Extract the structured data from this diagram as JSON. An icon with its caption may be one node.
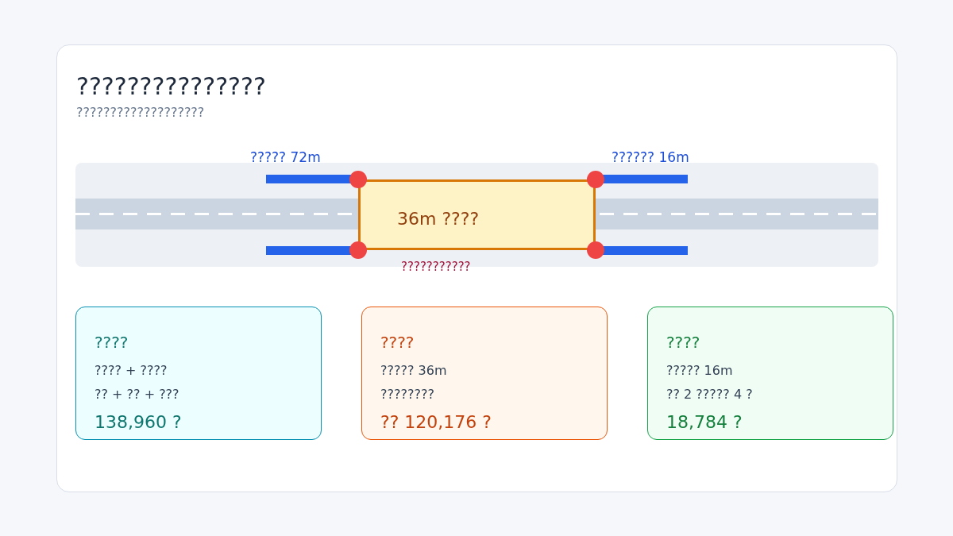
{
  "diagram": {
    "title": "???????????????",
    "nodes": [
      {
        "text": [
          "36m ????"
        ]
      },
      {
        "text": [
          "????",
          "???? + ????",
          "?? + ?? + ???",
          "138,960 ?"
        ]
      },
      {
        "text": [
          "????",
          "????? 36m",
          "????????",
          "?? 120,176 ?"
        ]
      },
      {
        "text": [
          "????",
          "????? 16m",
          "?? 2 ????? 4 ?",
          "18,784 ?"
        ]
      }
    ],
    "labels": [
      "???????????????????",
      "????? 72m",
      "?????? 16m",
      "???????????"
    ]
  }
}
